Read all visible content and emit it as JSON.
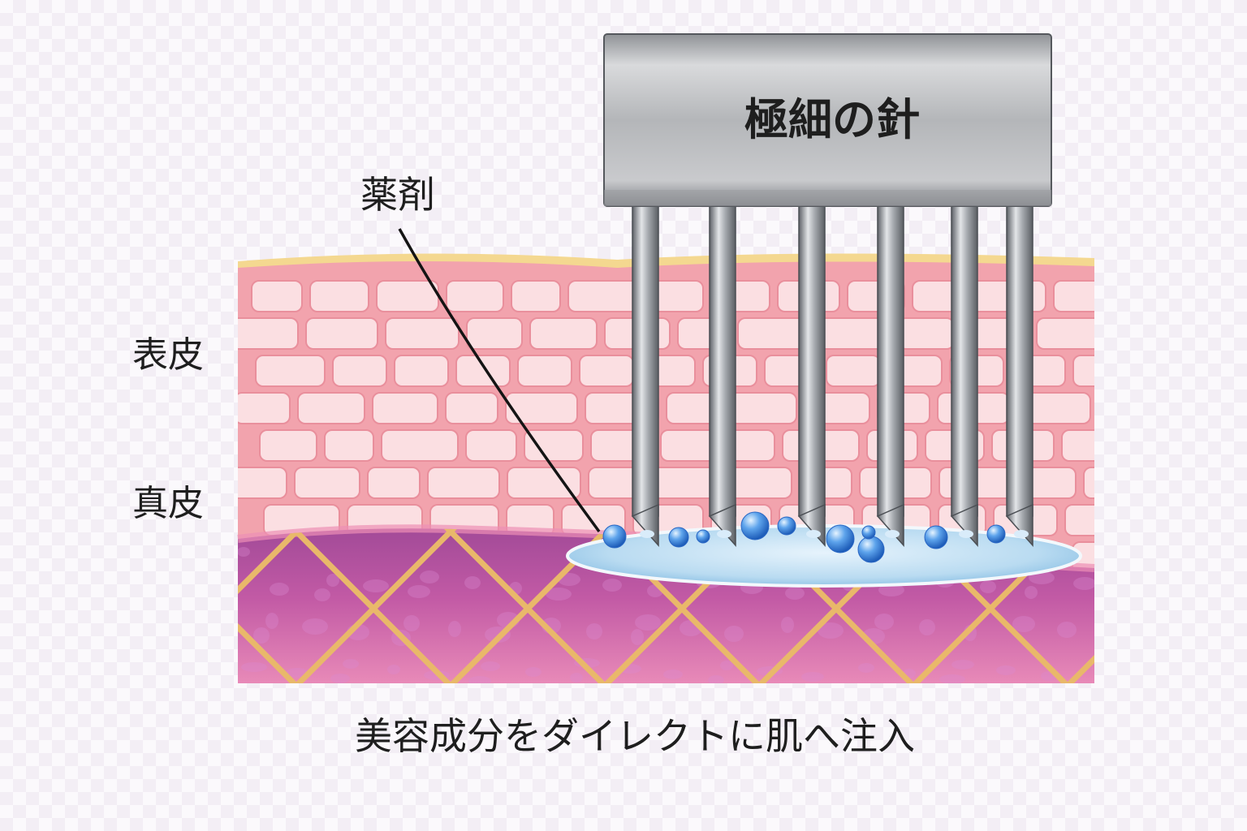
{
  "labels": {
    "needle_head": "極細の針",
    "medicine": "薬剤",
    "epidermis": "表皮",
    "dermis": "真皮",
    "caption": "美容成分をダイレクトに肌へ注入"
  },
  "colors": {
    "stratum_corneum": "#f4d890",
    "epidermis": "#f2a3ad",
    "cell": "#fbdfe2",
    "dermis": "#b455a3",
    "dermis_edge": "#ec8fb5",
    "fiber": "#e9b86a",
    "medicine_pool": "#b2d6ee",
    "droplet": "#3f86dc",
    "needle": "#9ea2a8",
    "head": "#b6b8bc",
    "text": "#1e1e1e"
  },
  "needle_count": 6
}
